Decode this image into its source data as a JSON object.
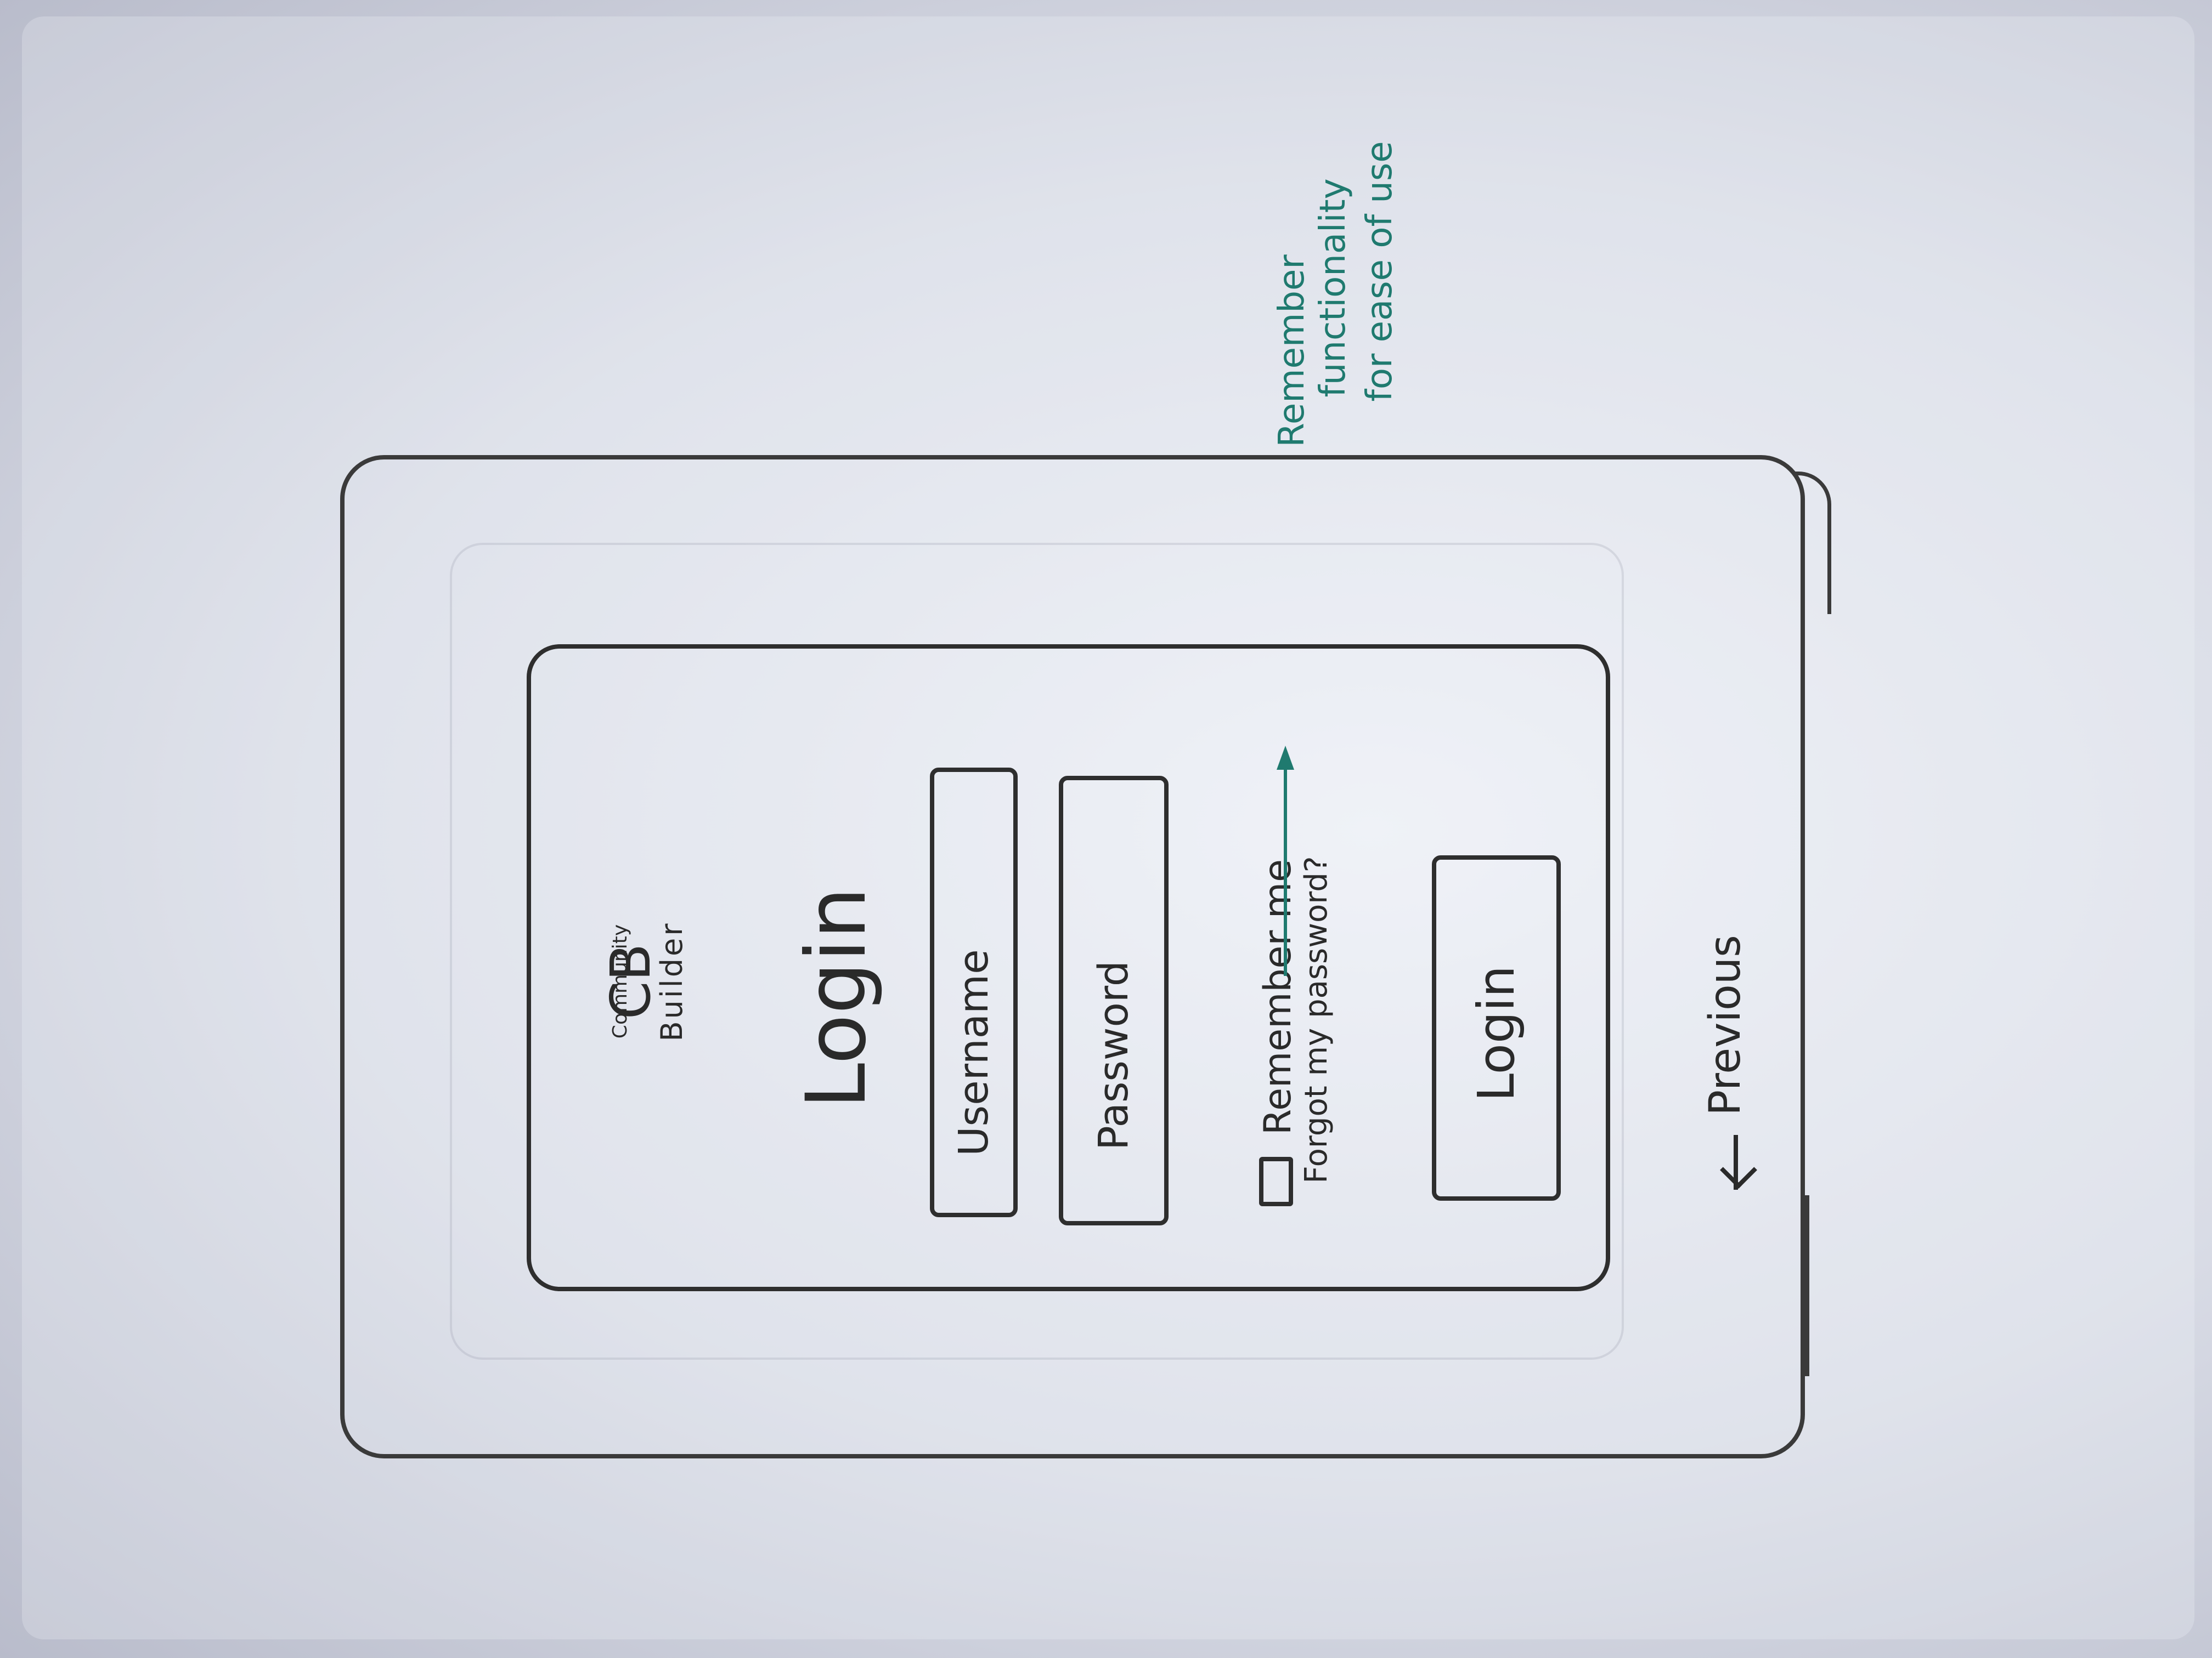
{
  "brand": {
    "logo_top": "Community",
    "logo_initials": "CB",
    "logo_bottom": "Builder"
  },
  "login": {
    "heading": "Login",
    "username_placeholder": "Username",
    "password_placeholder": "Password",
    "remember_label": "Remember me",
    "forgot_link": "Forgot my password?",
    "submit_label": "Login"
  },
  "nav": {
    "previous_label": "Previous"
  },
  "annotation": {
    "line1": "Remember",
    "line2": "functionality",
    "line3": "for ease of use"
  },
  "colors": {
    "ink": "#2e2e2e",
    "annotation": "#1f7a6f"
  }
}
